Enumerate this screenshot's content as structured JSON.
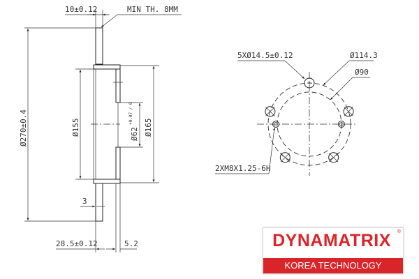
{
  "side_view": {
    "thickness_label": "10±0.12",
    "min_thickness_label": "MIN TH. 8MM",
    "outer_diameter_label": "Ø270±0.4",
    "hat_inner_diameter_label": "Ø155",
    "center_bore_label": "Ø62",
    "center_bore_tolerance": "+0.07 / 0",
    "hat_outer_diameter_label": "Ø165",
    "gap_label": "3",
    "overall_height_label": "28.5±0.12",
    "hat_thickness_label": "5.2"
  },
  "front_view": {
    "bolt_holes_label": "5XØ14.5±0.12",
    "bolt_circle_label": "Ø114.3",
    "inner_circle_label": "Ø90",
    "threaded_holes_label": "2XM8X1.25-6H"
  },
  "logo": {
    "brand": "DYNAMATRIX",
    "registered": "®",
    "tagline": "KOREA TECHNOLOGY",
    "color": "#d9252a"
  }
}
